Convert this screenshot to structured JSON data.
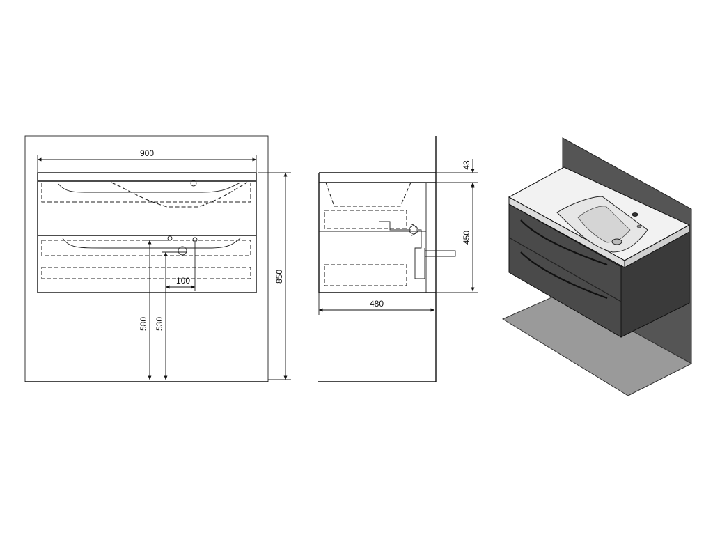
{
  "front_view": {
    "width_label": "900",
    "height_label": "850",
    "floor_to_waste_label": "580",
    "floor_to_drain_label": "530",
    "waste_offset_label": "100"
  },
  "side_view": {
    "depth_label": "480",
    "basin_thickness_label": "43",
    "cabinet_height_label": "450"
  },
  "iso_view": {
    "cabinet_color": "#4a4a4a",
    "wall_color": "#555555",
    "floor_color": "#9a9a9a",
    "basin_color": "#f2f2f2"
  }
}
